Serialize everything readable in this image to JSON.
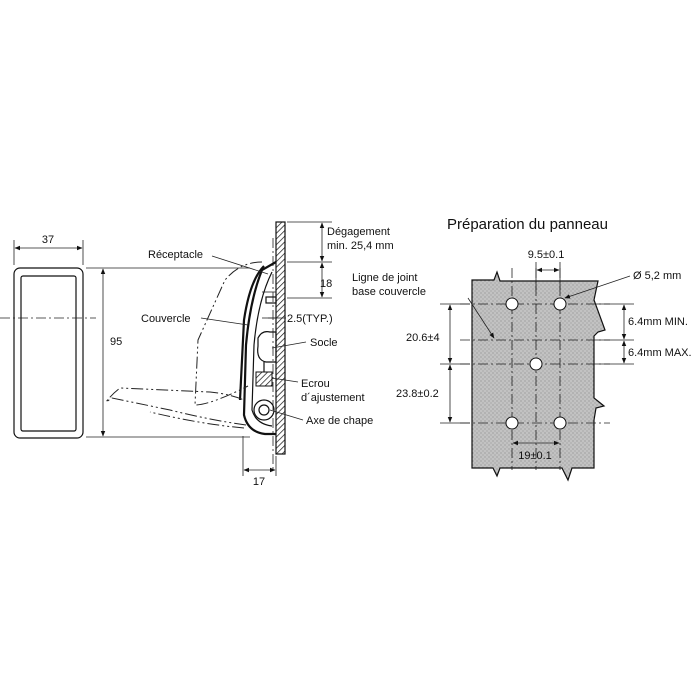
{
  "front_view": {
    "width_dim": "37",
    "height_dim": "95"
  },
  "side_view": {
    "clearance_label_line1": "Dégagement",
    "clearance_label_line2": "min. 25,4 mm",
    "dim_18": "18",
    "dim_typ": "2.5(TYP.)",
    "dim_17": "17",
    "receptacle": "Réceptacle",
    "cover": "Couvercle",
    "base": "Socle",
    "nut_line1": "Ecrou",
    "nut_line2": "d´ajustement",
    "clevis_pin": "Axe de chape"
  },
  "panel_prep": {
    "title": "Préparation du panneau",
    "joint_line1": "Ligne de joint",
    "joint_line2": "base couvercle",
    "hole_dia": "Ø 5,2 mm",
    "dim_top": "9.5±0.1",
    "dim_bottom": "19±0.1",
    "dim_left_upper": "20.6±4",
    "dim_left_lower": "23.8±0.2",
    "dim_min": "6.4mm MIN.",
    "dim_max": "6.4mm MAX."
  },
  "colors": {
    "panel_fill": "#bdbdbd",
    "line": "#111111"
  }
}
